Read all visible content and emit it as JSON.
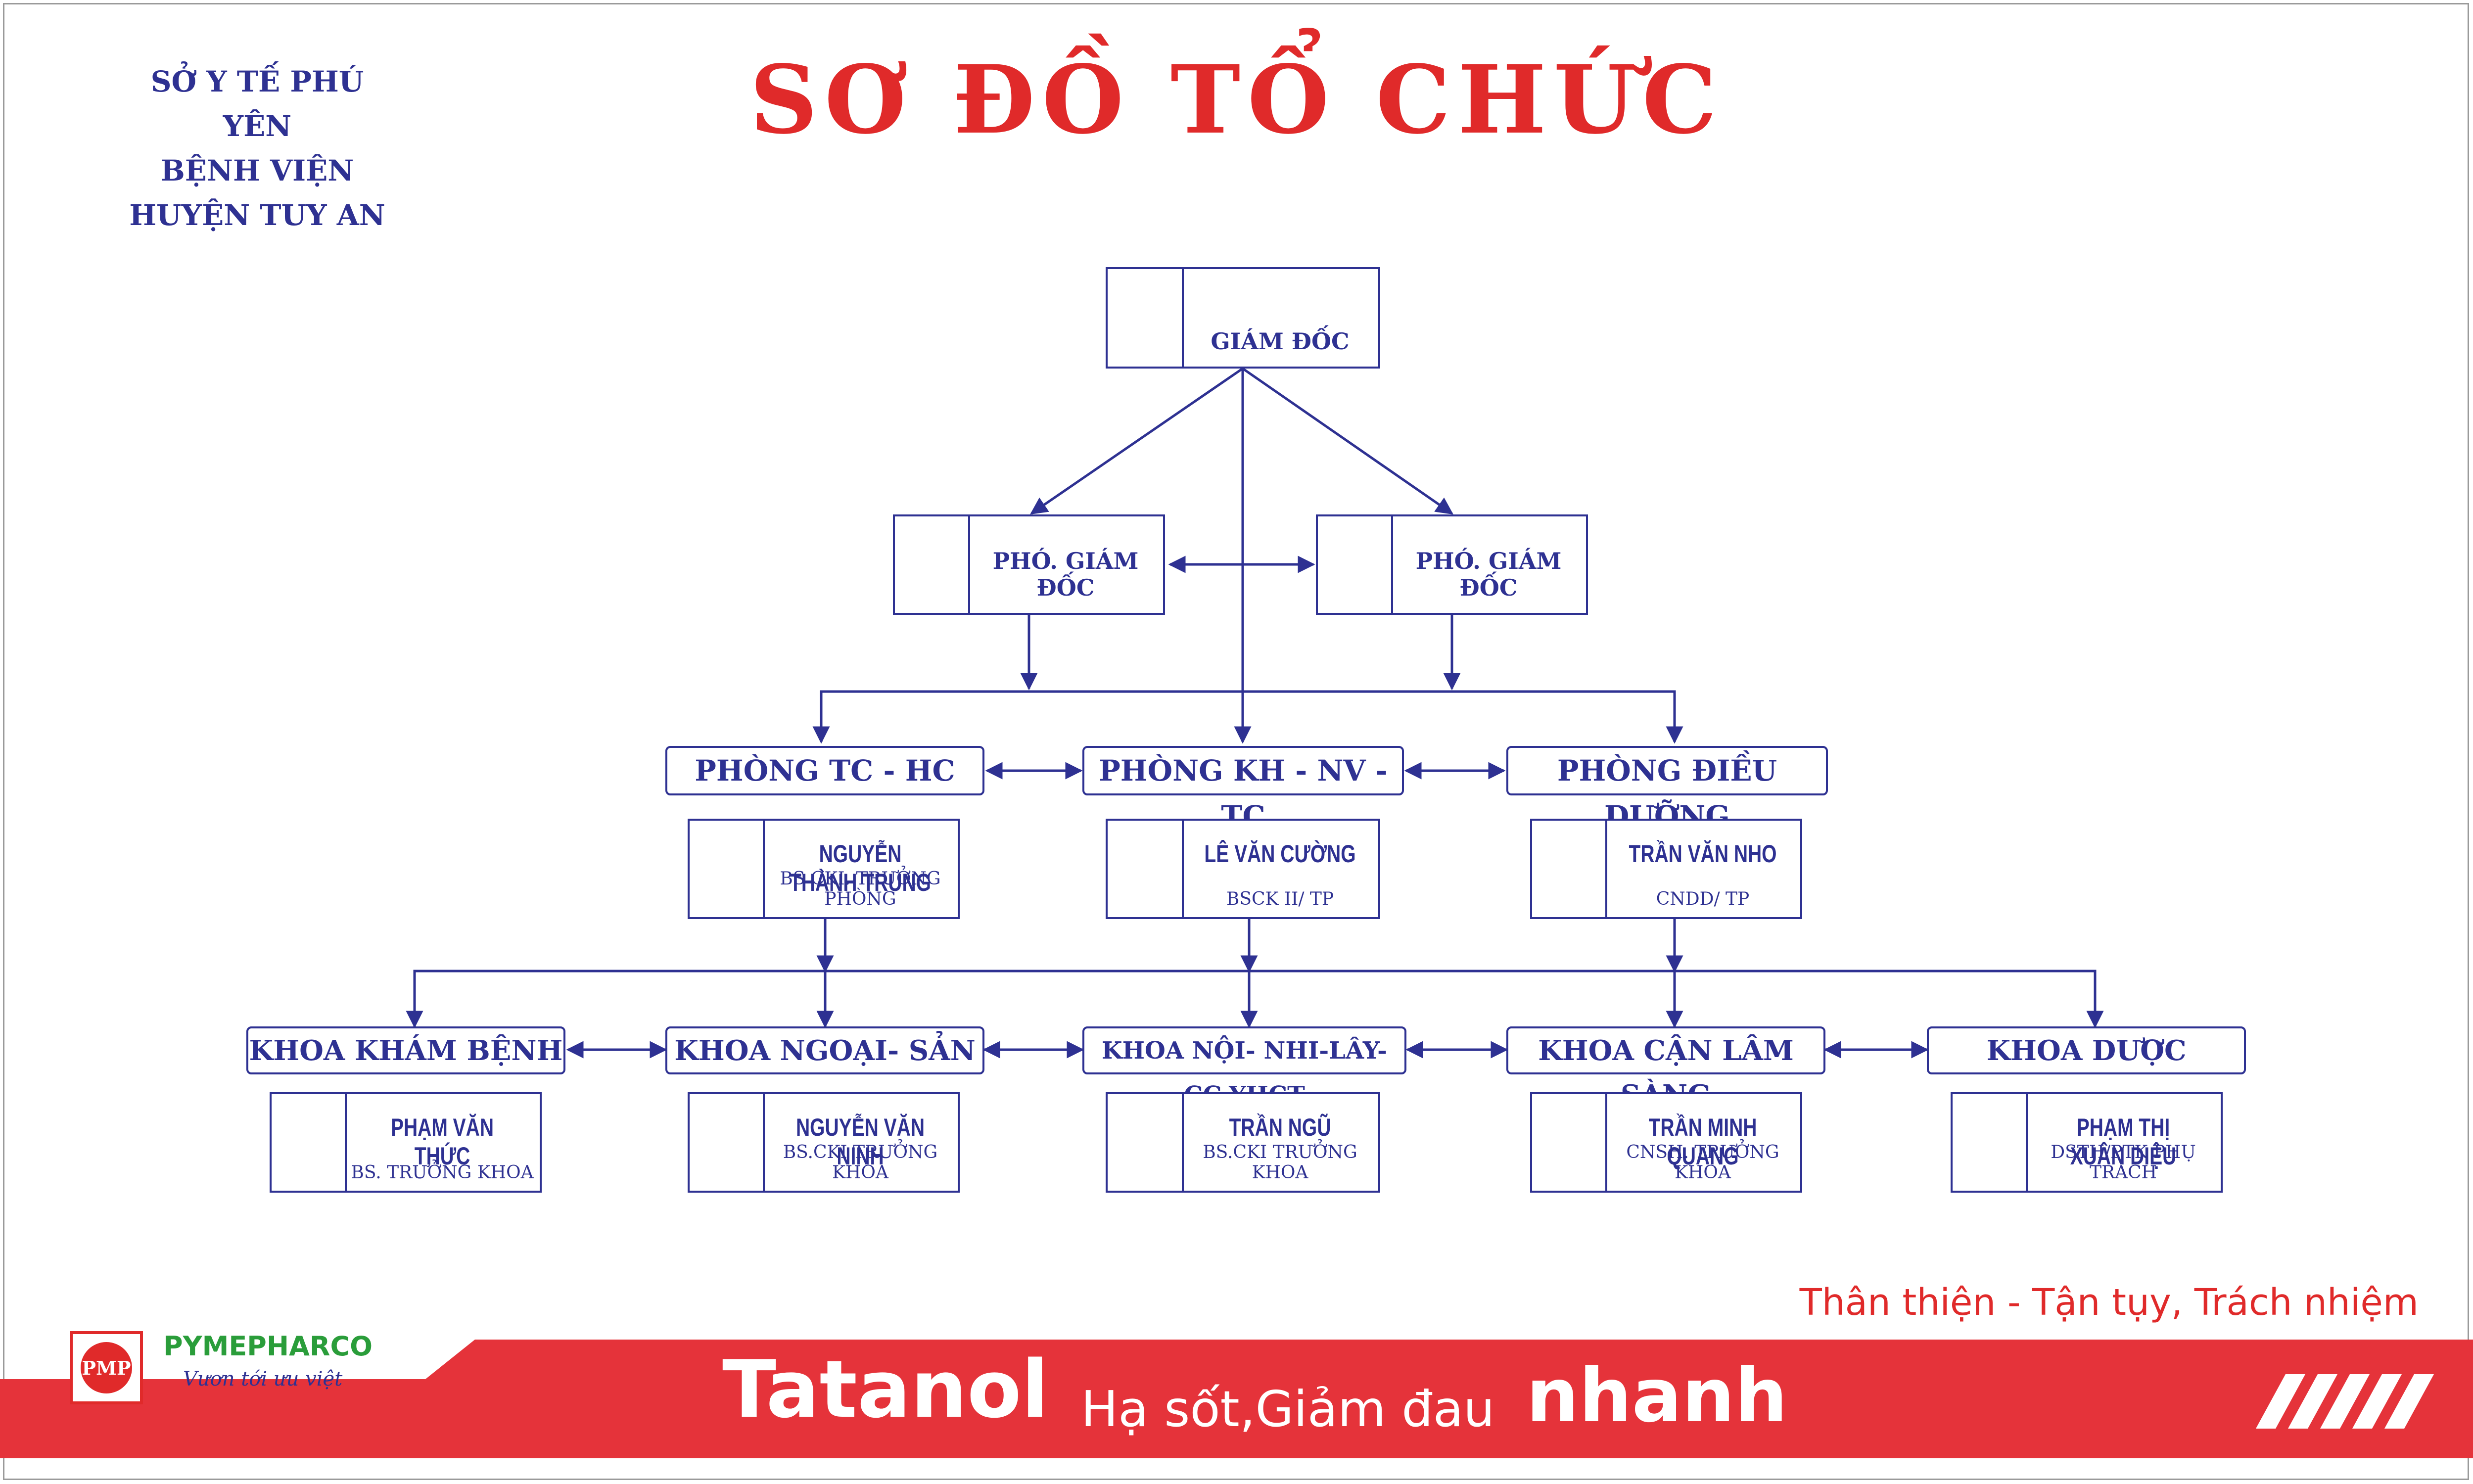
{
  "header": {
    "org_line1": "SỞ Y TẾ PHÚ YÊN",
    "org_line2": "BỆNH VIỆN HUYỆN TUY AN",
    "title": "SƠ ĐỒ TỔ CHỨC"
  },
  "leadership": {
    "director": "GIÁM ĐỐC",
    "deputy_left": "PHÓ. GIÁM ĐỐC",
    "deputy_right": "PHÓ. GIÁM ĐỐC"
  },
  "offices": [
    {
      "name": "PHÒNG TC - HC",
      "head": "NGUYỄN THÀNH TRUNG",
      "title": "BS CKI. TRƯỞNG PHÒNG"
    },
    {
      "name": "PHÒNG KH - NV - TC",
      "head": "LÊ VĂN CƯỜNG",
      "title": "BSCK II/ TP"
    },
    {
      "name": "PHÒNG ĐIỀU DƯỠNG",
      "head": "TRẦN VĂN NHO",
      "title": "CNDD/ TP"
    }
  ],
  "departments": [
    {
      "name": "KHOA KHÁM BỆNH",
      "head": "PHẠM VĂN THỨC",
      "title": "BS. TRƯỞNG KHOA"
    },
    {
      "name": "KHOA NGOẠI- SẢN",
      "head": "NGUYỄN VĂN NINH",
      "title": "BS.CKI TRƯỞNG KHOA"
    },
    {
      "name": "KHOA NỘI- NHI-LÂY-CC-YHCT",
      "head": "TRẦN NGŨ",
      "title": "BS.CKI TRƯỞNG KHOA"
    },
    {
      "name": "KHOA CẬN LÂM SÀNG",
      "head": "TRẦN MINH QUANG",
      "title": "CNSH. TRƯỞNG KHOA"
    },
    {
      "name": "KHOA DƯỢC",
      "head": "PHẠM THỊ XUÂN DIỆU",
      "title": "DSTH/PTK PHỤ TRÁCH"
    }
  ],
  "footer": {
    "slogan": "Thân thiện - Tận tụy, Trách nhiệm",
    "logo_text": "PYMEPHARCO",
    "logo_mark": "PMP",
    "logo_tagline": "Vươn tới ưu việt",
    "brand": "Tatanol",
    "tagline": "Hạ sốt,Giảm đau",
    "tagline_bold": "nhanh"
  },
  "colors": {
    "navy": "#2e3192",
    "red": "#e02a2a",
    "green": "#2a9d3a"
  }
}
